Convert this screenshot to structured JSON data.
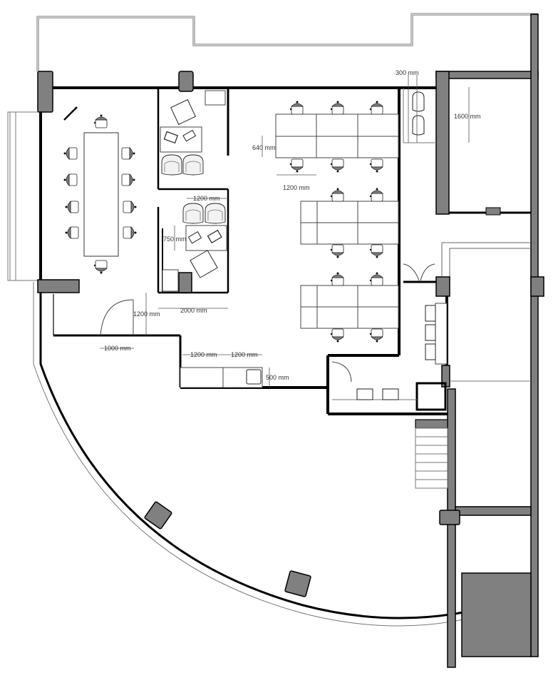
{
  "plan": {
    "colors": {
      "wall": "#000000",
      "column_fill": "#808080",
      "line": "#555555",
      "chair_fill": "#808080",
      "background": "#ffffff"
    },
    "dimensions": {
      "d300": "300 mm",
      "d1600": "1600 mm",
      "d640": "640 mm",
      "d1200_desk": "1200 mm",
      "d1200_office": "1200 mm",
      "d750": "750 mm",
      "d1200_corridor": "1200 mm",
      "d2000": "2000 mm",
      "d1000": "1000 mm",
      "d1200_counter_a": "1200 mm",
      "d1200_counter_b": "1200 mm",
      "d500": "500 mm"
    },
    "rooms": [
      {
        "id": "meeting-room",
        "seats": 10
      },
      {
        "id": "office-1",
        "seats": 3
      },
      {
        "id": "office-2",
        "seats": 3
      },
      {
        "id": "open-workspace",
        "seats": 14
      },
      {
        "id": "kitchenette",
        "seats": 2
      },
      {
        "id": "lounge-bench",
        "seats": 3
      },
      {
        "id": "wc-area",
        "seats": 2
      },
      {
        "id": "staircase",
        "steps": 8
      },
      {
        "id": "reception-curved-area",
        "columns": 2
      }
    ]
  }
}
